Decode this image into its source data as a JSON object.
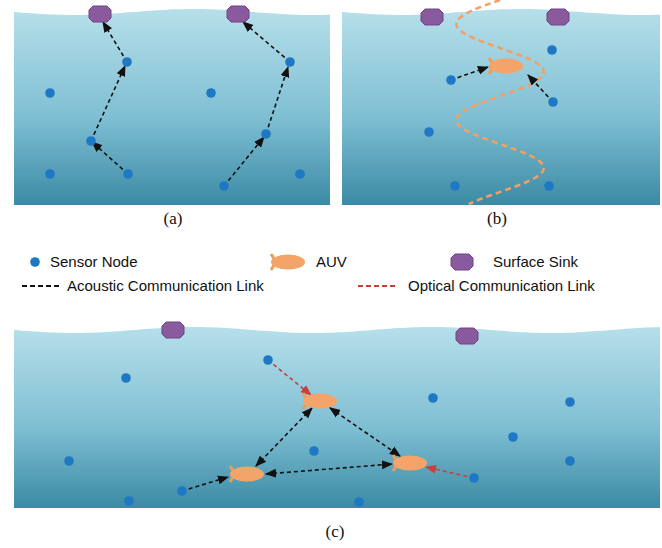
{
  "diagram": {
    "labels": [
      "(a)",
      "(b)",
      "(c)"
    ],
    "legend": [
      {
        "text": "Sensor Node"
      },
      {
        "text": "AUV"
      },
      {
        "text": "Surface Sink"
      },
      {
        "text": "Acoustic Communication Link"
      },
      {
        "text": "Optical Communication Link"
      }
    ]
  }
}
